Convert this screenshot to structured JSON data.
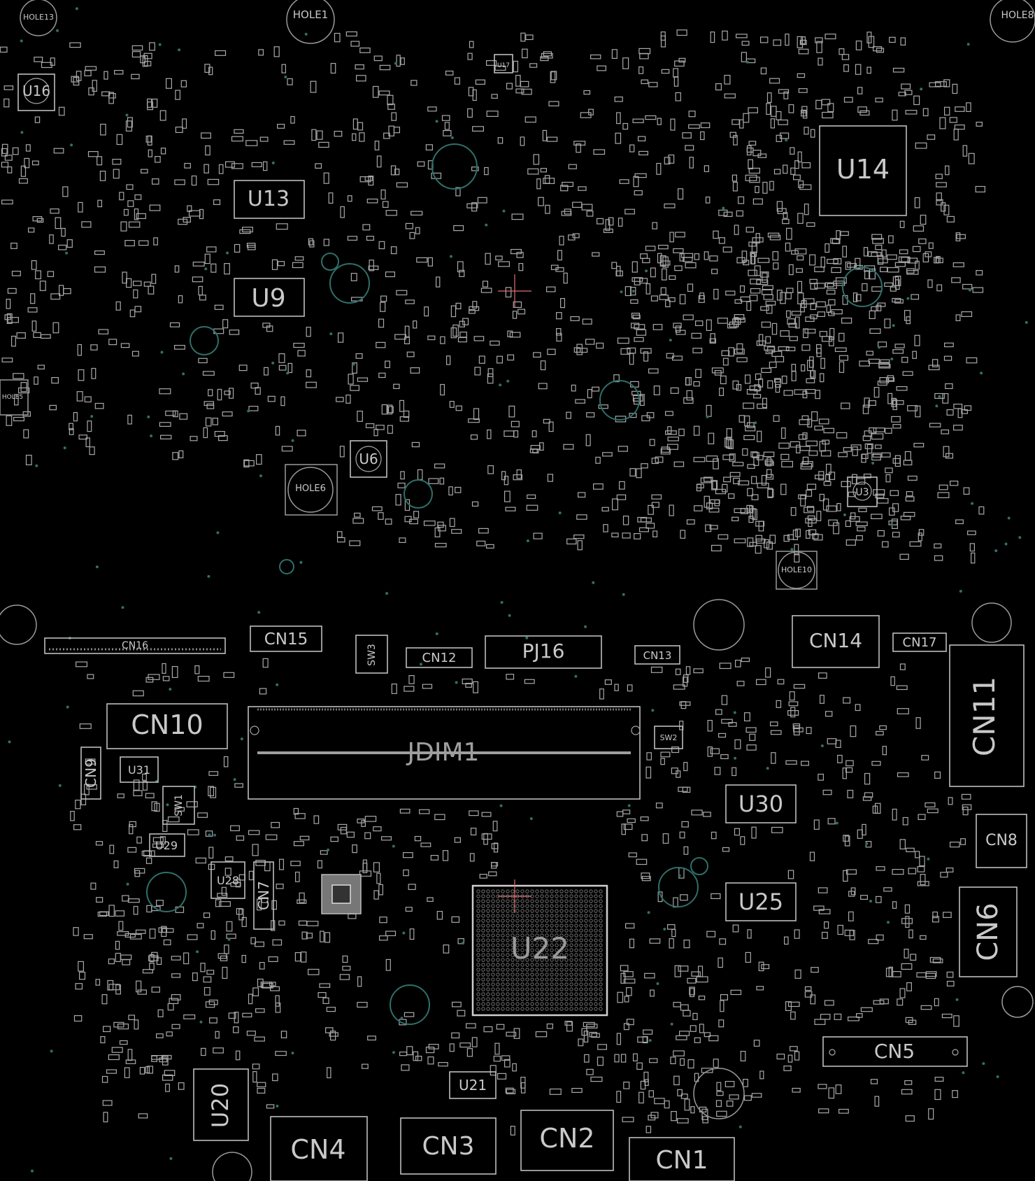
{
  "board": {
    "ic_labels": [
      "U14",
      "U13",
      "U9",
      "U16",
      "U6",
      "U22",
      "U30",
      "U25",
      "U20",
      "U21",
      "U28",
      "U29",
      "U31",
      "U3",
      "U17"
    ],
    "connector_labels": [
      "CN16",
      "CN15",
      "CN12",
      "PJ16",
      "CN13",
      "CN14",
      "CN17",
      "CN11",
      "CN10",
      "CN9",
      "CN8",
      "CN7",
      "CN6",
      "CN5",
      "CN4",
      "CN3",
      "CN2",
      "CN1"
    ],
    "slot_label": "JDIM1",
    "switch_labels": [
      "SW3",
      "SW1",
      "SW2"
    ],
    "hole_labels": [
      "HOLE13",
      "HOLE1",
      "HOLE8",
      "HOLE5",
      "HOLE6",
      "HOLE10"
    ],
    "colors": {
      "background": "#000000",
      "silkscreen": "#bdbdbd",
      "via": "#2f6f6a"
    }
  }
}
